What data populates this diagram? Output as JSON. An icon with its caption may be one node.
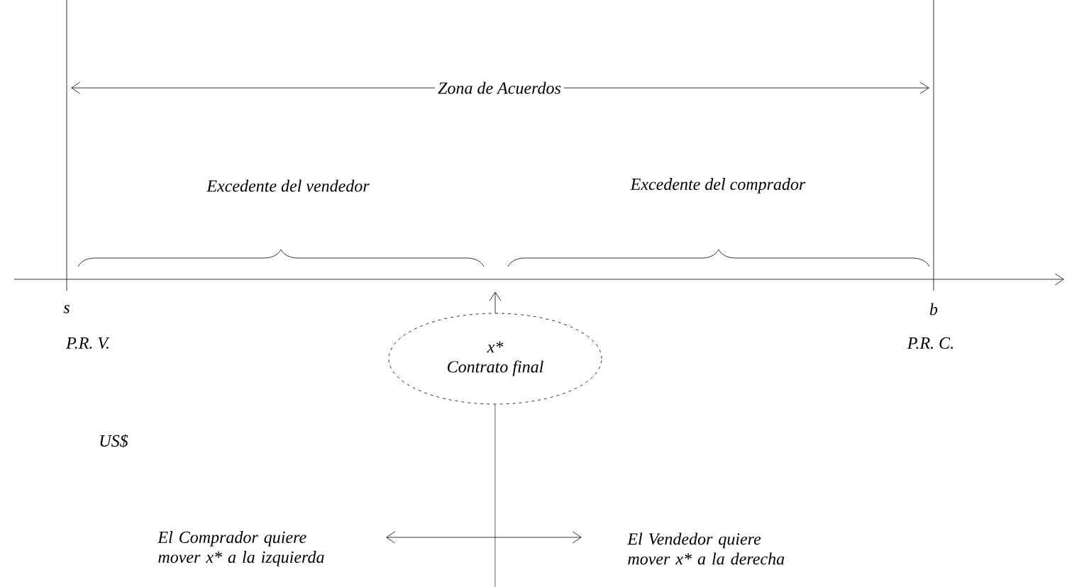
{
  "diagram": {
    "nodes": [
      {
        "text": [
          "x*",
          "Contrato final"
        ]
      },
      {
        "text": [
          "El Comprador quiere mover x* a la izquierda"
        ]
      },
      {
        "text": [
          "El Vendedor quiere mover x* a la derecha"
        ]
      }
    ],
    "edges": [
      {
        "from": 0,
        "to": null,
        "arrow": "to"
      },
      {
        "from": 0,
        "to": null,
        "arrow": "none"
      },
      {
        "from": 1,
        "to": 2,
        "arrow": "both"
      }
    ],
    "labels": [
      "Zona de Acuerdos",
      "Excedente del vendedor",
      "Excedente del comprador",
      "s",
      "P.R. V.",
      "b",
      "P.R. C.",
      "US$"
    ]
  }
}
